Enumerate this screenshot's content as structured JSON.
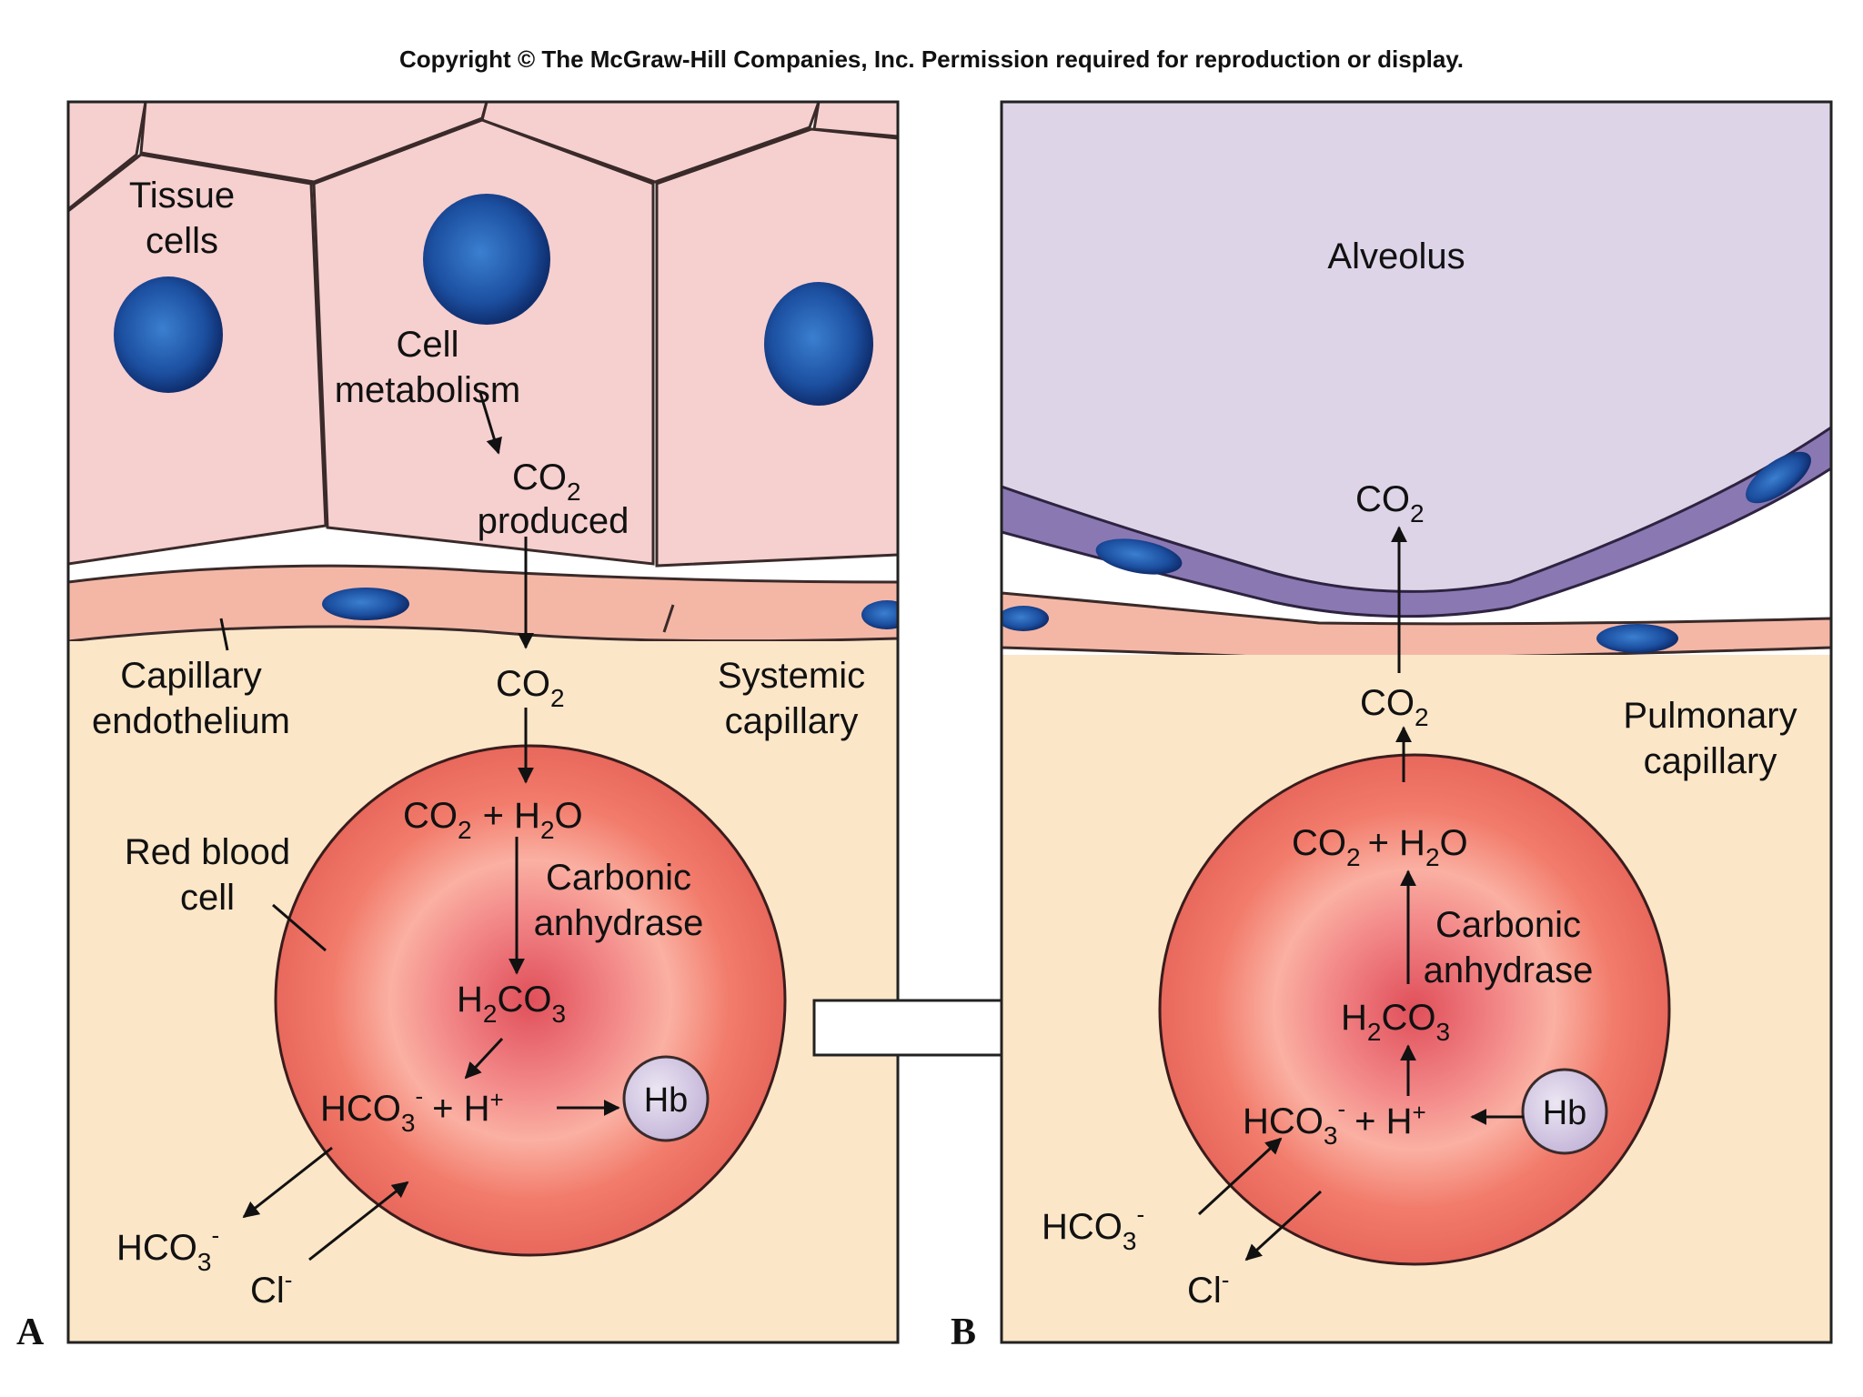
{
  "header": {
    "copyright": "Copyright © The McGraw-Hill Companies, Inc. Permission required for reproduction or display."
  },
  "panel_a": {
    "letter": "A",
    "tissue_cells": [
      "Tissue",
      "cells"
    ],
    "cell_metabolism": [
      "Cell",
      "metabolism"
    ],
    "co2_produced": {
      "co": "CO",
      "two": "2",
      "produced": "produced"
    },
    "capillary_endothelium": [
      "Capillary",
      "endothelium"
    ],
    "co2_mid": {
      "co": "CO",
      "two": "2"
    },
    "systemic_capillary": [
      "Systemic",
      "capillary"
    ],
    "red_blood_cell": [
      "Red blood",
      "cell"
    ],
    "reaction_top": {
      "co": "CO",
      "two": "2",
      "plus": "+ H",
      "h2o_sub": "2",
      "o": "O"
    },
    "carbonic_anhydrase": [
      "Carbonic",
      "anhydrase"
    ],
    "h2co3": {
      "h": "H",
      "sub1": "2",
      "co": "CO",
      "sub2": "3"
    },
    "bicarb_h": {
      "hco": "HCO",
      "sub": "3",
      "sup": "-",
      "plus": "+ H",
      "hsup": "+"
    },
    "hb": "Hb",
    "hco3_out": {
      "hco": "HCO",
      "sub": "3",
      "sup": "-"
    },
    "cl_in": {
      "cl": "Cl",
      "sup": "-"
    }
  },
  "panel_b": {
    "letter": "B",
    "alveolus": "Alveolus",
    "co2_top": {
      "co": "CO",
      "two": "2"
    },
    "co2_mid": {
      "co": "CO",
      "two": "2"
    },
    "pulmonary_capillary": [
      "Pulmonary",
      "capillary"
    ],
    "reaction_top": {
      "co": "CO",
      "two": "2",
      "plus": "+ H",
      "h2o_sub": "2",
      "o": "O"
    },
    "carbonic_anhydrase": [
      "Carbonic",
      "anhydrase"
    ],
    "h2co3": {
      "h": "H",
      "sub1": "2",
      "co": "CO",
      "sub2": "3"
    },
    "bicarb_h": {
      "hco": "HCO",
      "sub": "3",
      "sup": "-",
      "plus": "+ H",
      "hsup": "+"
    },
    "hb": "Hb",
    "hco3_in": {
      "hco": "HCO",
      "sub": "3",
      "sup": "-"
    },
    "cl_out": {
      "cl": "Cl",
      "sup": "-"
    }
  },
  "colors": {
    "tissue_cell": "#f6cfcf",
    "plasma": "#fbe6c8",
    "endothelium": "#f4b7a6",
    "nucleus": "#1f57a8",
    "rbc": "#ef6f62",
    "rbc_center": "#dd5757",
    "alveolus": "#ddd4e8",
    "alveolar_wall": "#8a78b3",
    "hb_fill": "#d8cde6"
  }
}
